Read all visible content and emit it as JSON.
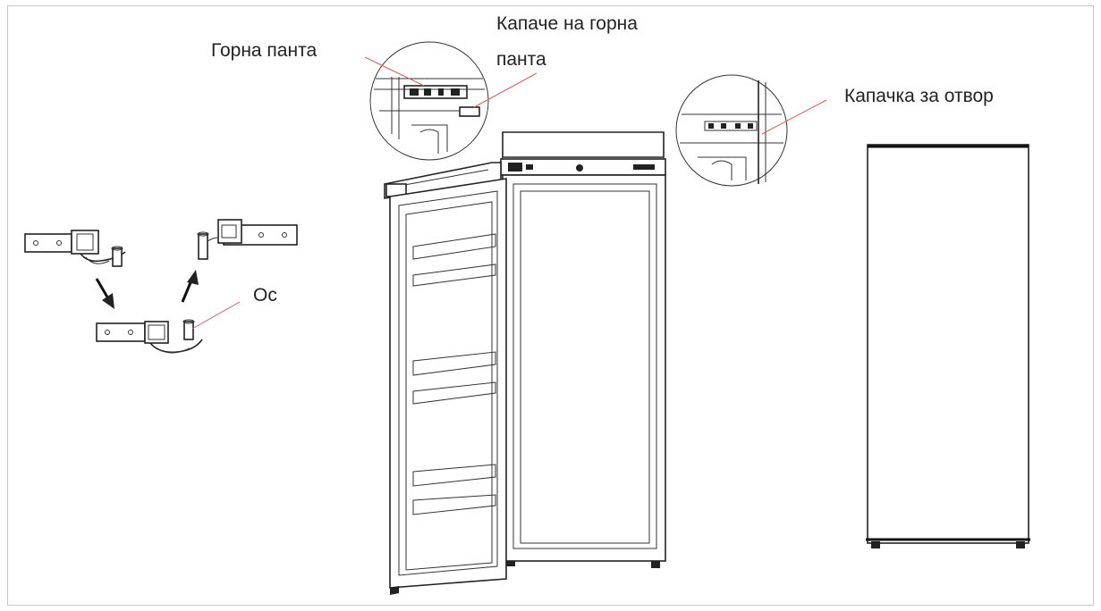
{
  "labels": {
    "top_hinge": "Горна панта",
    "top_hinge_cap_line1": "Капаче на горна",
    "top_hinge_cap_line2": "панта",
    "hole_cap": "Капачка за отвор",
    "axis": "Ос"
  },
  "colors": {
    "frame_border": "#c8c8c8",
    "leader_line": "#d06060",
    "line_art": "#222222",
    "text": "#222222"
  }
}
